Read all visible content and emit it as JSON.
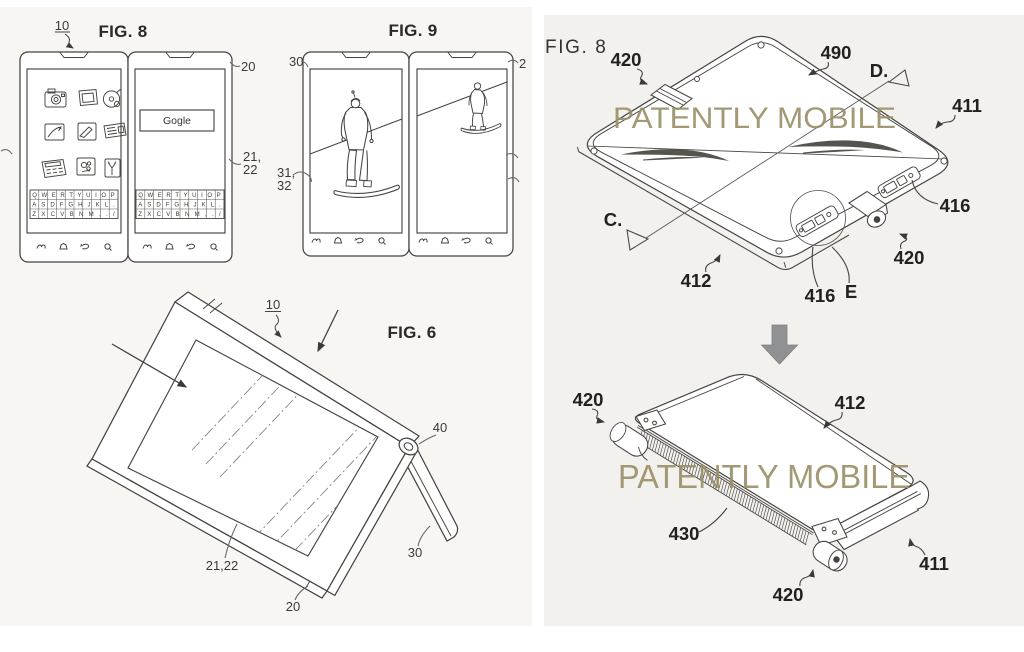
{
  "document": {
    "type": "patent-figure-sheet"
  },
  "left": {
    "fig8": {
      "label": "FIG. 8",
      "ref10": "10",
      "ref20": "20",
      "ref21": "21,",
      "ref22": "22",
      "search": "Gogle",
      "kb": [
        "QWERTYUIOP",
        "ASDFGHJKL.",
        "ZXCVBNM,./"
      ]
    },
    "fig9": {
      "label": "FIG. 9",
      "ref30": "30",
      "ref31": "31,",
      "ref32": "32",
      "ref2": "2"
    },
    "fig6": {
      "label": "FIG. 6",
      "ref10": "10",
      "ref40": "40",
      "ref30": "30",
      "ref2122": "21,22",
      "ref20": "20"
    }
  },
  "right": {
    "fig_label": "FIG. 8",
    "watermark": "PATENTLY MOBILE",
    "top": {
      "ref420a": "420",
      "ref490": "490",
      "refD": "D.",
      "ref411": "411",
      "ref416a": "416",
      "ref420b": "420",
      "refE": "E",
      "ref416b": "416",
      "ref412": "412",
      "refC": "C."
    },
    "bottom": {
      "ref420a": "420",
      "ref412": "412",
      "ref430": "430",
      "ref411": "411",
      "ref420b": "420"
    }
  },
  "colors": {
    "line": "#454440",
    "label": "#2a2927",
    "watermark": "#9a8f66",
    "panel-left": "#f7f6f3",
    "panel-right": "#f2f1ed",
    "arrow": "#8f9193",
    "page": "#ffffff"
  }
}
